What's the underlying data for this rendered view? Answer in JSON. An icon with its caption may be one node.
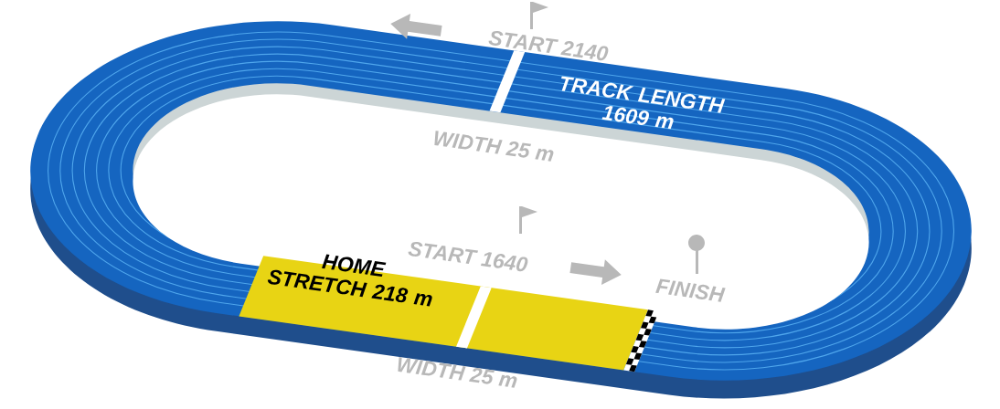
{
  "diagram": {
    "labels": [
      "START 2140",
      "TRACK LENGTH 1609 m",
      "WIDTH 25 m",
      "HOME STRETCH 218 m",
      "START 1640",
      "FINISH",
      "WIDTH 25 m"
    ]
  }
}
